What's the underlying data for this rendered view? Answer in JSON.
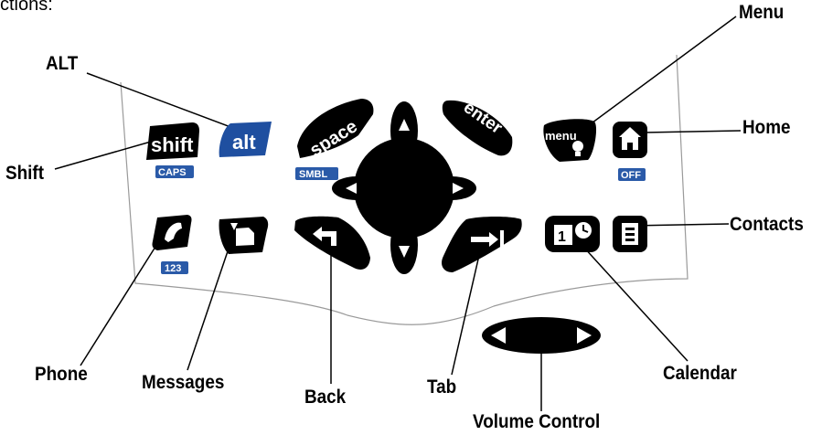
{
  "caption_fragment": "ctions:",
  "callouts": {
    "menu": "Menu",
    "alt": "ALT",
    "home": "Home",
    "shift": "Shift",
    "contacts": "Contacts",
    "phone": "Phone",
    "messages": "Messages",
    "back": "Back",
    "tab": "Tab",
    "calendar": "Calendar",
    "volume": "Volume Control"
  },
  "keys": {
    "shift": "shift",
    "alt": "alt",
    "space": "space",
    "enter": "enter",
    "menu": "menu"
  },
  "badges": {
    "caps": "CAPS",
    "smbl": "SMBL",
    "off": "OFF",
    "num": "123"
  },
  "colors": {
    "key": "#000000",
    "alt_key": "#1f4fa0",
    "badge": "#2a5aa8",
    "outline": "#9a9a9a"
  },
  "icons": {
    "menu": "lightbulb-icon",
    "home": "house-icon",
    "phone": "phone-icon",
    "messages": "message-icon",
    "back": "back-arrow-icon",
    "tab": "tab-arrow-icon",
    "calendar": "calendar-icon",
    "contacts": "contacts-icon",
    "dpad": "dpad-icon",
    "volume": "volume-rocker-icon"
  }
}
